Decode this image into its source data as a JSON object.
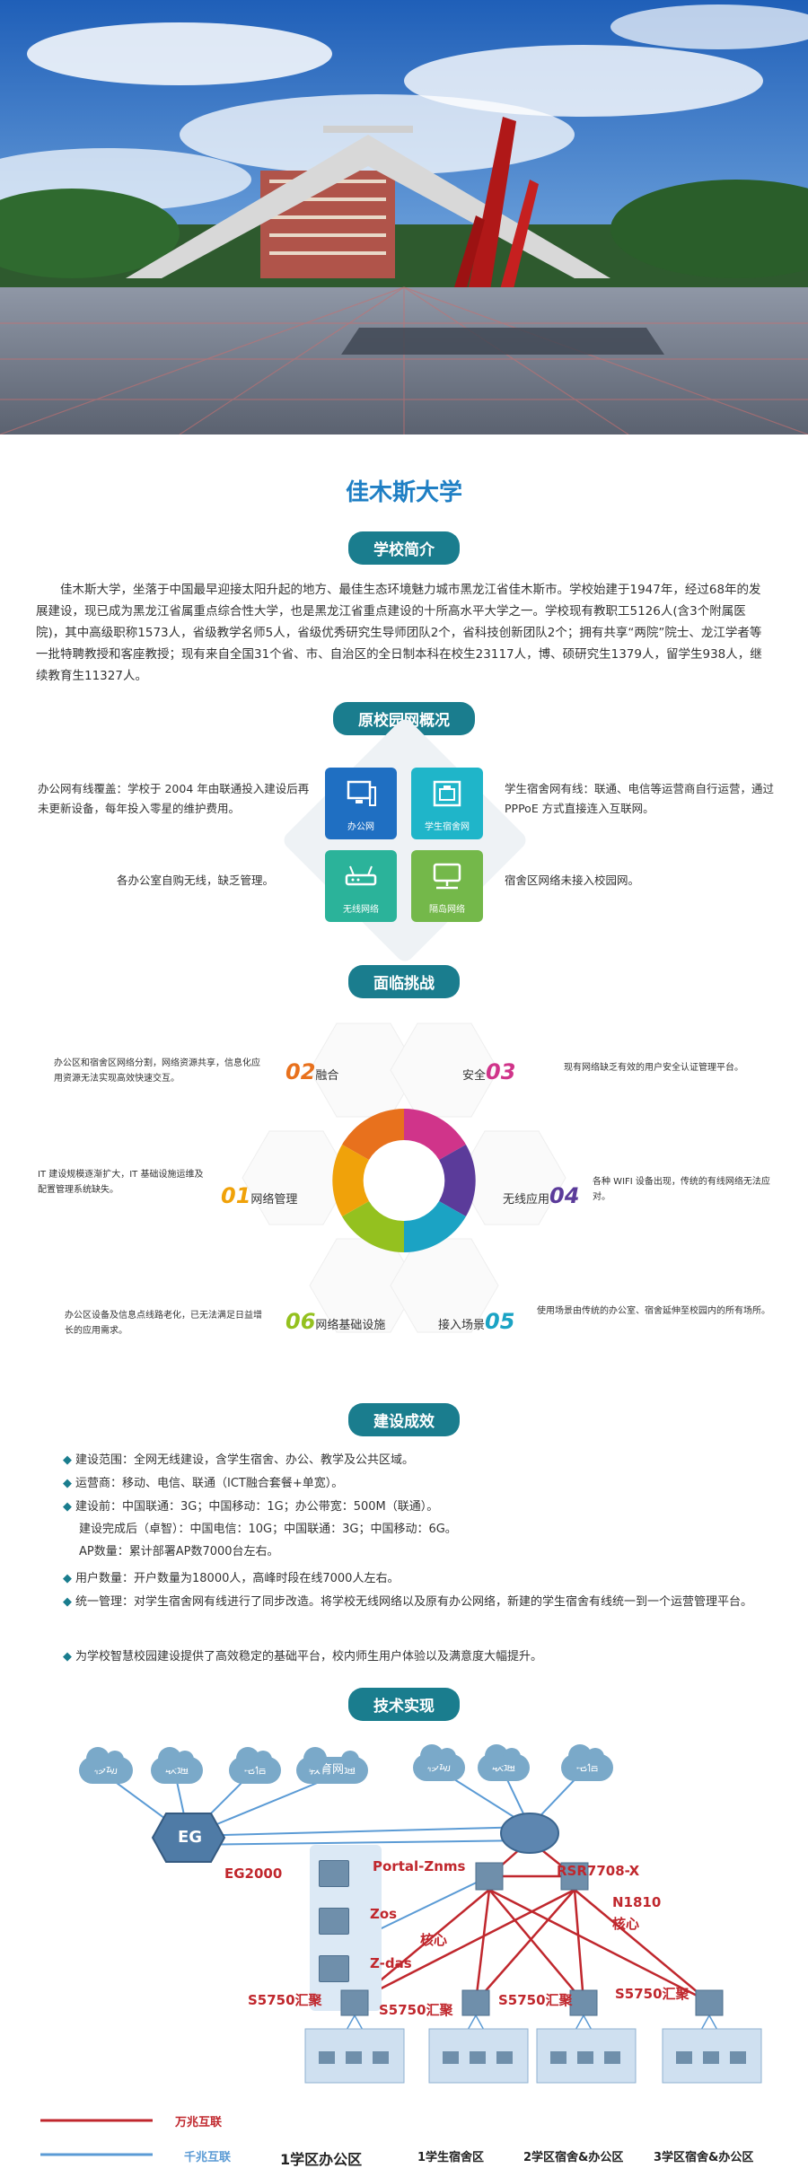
{
  "colors": {
    "accent": "#1a7d8e",
    "title": "#1f7fc4",
    "wan": "#c0272d",
    "lan": "#5b9bd5"
  },
  "university": {
    "name": "佳木斯大学"
  },
  "intro": {
    "heading": "学校简介",
    "text": "佳木斯大学，坐落于中国最早迎接太阳升起的地方、最佳生态环境魅力城市黑龙江省佳木斯市。学校始建于1947年，经过68年的发展建设，现已成为黑龙江省属重点综合性大学，也是黑龙江省重点建设的十所高水平大学之一。学校现有教职工5126人(含3个附属医院)，其中高级职称1573人，省级教学名师5人，省级优秀研究生导师团队2个，省科技创新团队2个；拥有共享“两院”院士、龙江学者等一批特聘教授和客座教授；现有来自全国31个省、市、自治区的全日制本科在校生23117人，博、硕研究生1379人，留学生938人，继续教育生11327人。"
  },
  "overview": {
    "heading": "原校园网概况",
    "left_top": "办公网有线覆盖：学校于 2004 年由联通投入建设后再未更新设备，每年投入零星的维护费用。",
    "left_bottom": "各办公室自购无线，缺乏管理。",
    "right_top": "学生宿舍网有线：联通、电信等运营商自行运营，通过 PPPoE 方式直接连入互联网。",
    "right_bottom": "宿舍区网络未接入校园网。",
    "tiles": [
      {
        "label": "办公网",
        "icon": "computer-icon",
        "color": "#1f6fc2"
      },
      {
        "label": "学生宿舍网",
        "icon": "network-port-icon",
        "color": "#1fb5c9"
      },
      {
        "label": "无线网络",
        "icon": "router-icon",
        "color": "#2bb39a"
      },
      {
        "label": "隔岛网络",
        "icon": "monitor-icon",
        "color": "#74b84a"
      }
    ]
  },
  "challenges": {
    "heading": "面临挑战",
    "items": [
      {
        "num": "02",
        "label": "融合",
        "color": "#e8711d",
        "desc": "办公区和宿舍区网络分割，网络资源共享，信息化应用资源无法实现高效快速交互。"
      },
      {
        "num": "03",
        "label": "安全",
        "color": "#d0348a",
        "desc": "现有网络缺乏有效的用户安全认证管理平台。"
      },
      {
        "num": "01",
        "label": "网络管理",
        "color": "#f0a20a",
        "desc": "IT 建设规模逐渐扩大，IT 基础设施运维及配置管理系统缺失。"
      },
      {
        "num": "04",
        "label": "无线应用",
        "color": "#5b3b9a",
        "desc": "各种 WIFI 设备出现，传统的有线网络无法应对。"
      },
      {
        "num": "06",
        "label": "网络基础设施",
        "color": "#94c11f",
        "desc": "办公区设备及信息点线路老化，已无法满足日益增长的应用需求。"
      },
      {
        "num": "05",
        "label": "接入场景",
        "color": "#1ba3c4",
        "desc": "使用场景由传统的办公室、宿舍延伸至校园内的所有场所。"
      }
    ]
  },
  "results": {
    "heading": "建设成效",
    "items": [
      "建设范围：全网无线建设，含学生宿舍、办公、教学及公共区域。",
      "运营商：移动、电信、联通（ICT融合套餐+单宽）。",
      "建设前：中国联通：3G；中国移动：1G；办公带宽：500M（联通）。",
      "用户数量：开户数量为18000人，高峰时段在线7000人左右。",
      "统一管理：对学生宿舍网有线进行了同步改造。将学校无线网络以及原有办公网络，新建的学生宿舍有线统一到一个运营管理平台。",
      "为学校智慧校园建设提供了高效稳定的基础平台，校内师生用户体验以及满意度大幅提升。"
    ],
    "sub_lines": [
      "建设完成后（卓智）：中国电信：10G；中国联通：3G；中国移动：6G。",
      "AP数量：累计部署AP数7000台左右。"
    ]
  },
  "tech": {
    "heading": "技术实现",
    "clouds_left": [
      "移动",
      "联通",
      "电信",
      "教育网通"
    ],
    "clouds_right": [
      "移动",
      "联通",
      "电信"
    ],
    "eg_label": "EG",
    "eg_name": "EG2000",
    "servers": [
      "Portal-Znms",
      "Zos",
      "Z-das"
    ],
    "core_label": "核心",
    "rsr": "RSR7708-X",
    "n1810": "N1810",
    "core2": "核心",
    "agg": [
      "S5750汇聚",
      "S5750汇聚",
      "S5750汇聚",
      "S5750汇聚"
    ],
    "floors": [
      "1学区办公区",
      "1学生宿舍区",
      "2学区宿舍&办公区",
      "3学区宿舍&办公区"
    ],
    "legend": {
      "wan": "万兆互联",
      "lan": "千兆互联"
    }
  }
}
